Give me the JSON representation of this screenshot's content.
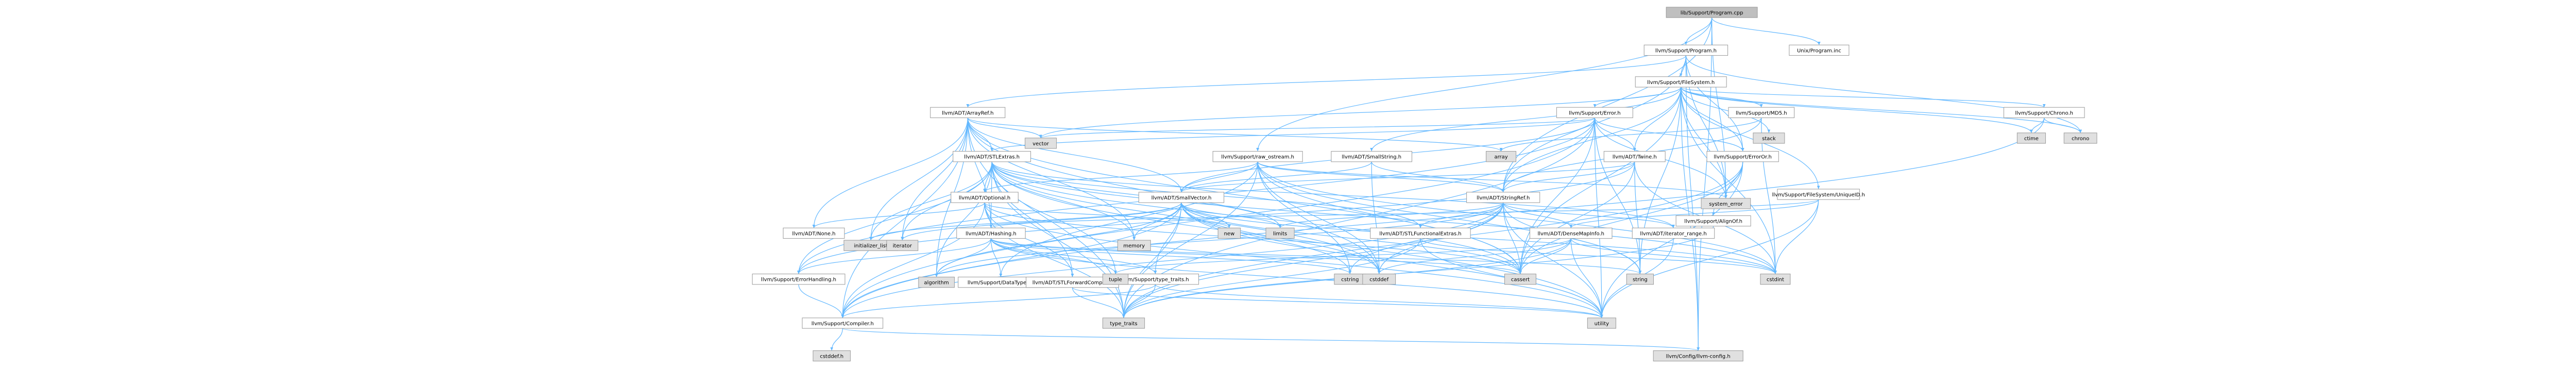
{
  "graph": {
    "nodes": [
      {
        "id": "root",
        "label": "lib/Support/Program.cpp",
        "kind": "root"
      },
      {
        "id": "program_h",
        "label": "llvm/Support/Program.h",
        "kind": "internal"
      },
      {
        "id": "unix_program",
        "label": "Unix/Program.inc",
        "kind": "internal"
      },
      {
        "id": "filesystem",
        "label": "llvm/Support/FileSystem.h",
        "kind": "internal"
      },
      {
        "id": "arrayref",
        "label": "llvm/ADT/ArrayRef.h",
        "kind": "internal"
      },
      {
        "id": "error_h",
        "label": "llvm/Support/Error.h",
        "kind": "red"
      },
      {
        "id": "md5",
        "label": "llvm/Support/MD5.h",
        "kind": "red"
      },
      {
        "id": "chrono_h",
        "label": "llvm/Support/Chrono.h",
        "kind": "red"
      },
      {
        "id": "stlextras",
        "label": "llvm/ADT/STLExtras.h",
        "kind": "red"
      },
      {
        "id": "raw_ostream",
        "label": "llvm/Support/raw_ostream.h",
        "kind": "internal"
      },
      {
        "id": "smallstring",
        "label": "llvm/ADT/SmallString.h",
        "kind": "internal"
      },
      {
        "id": "twine",
        "label": "llvm/ADT/Twine.h",
        "kind": "internal"
      },
      {
        "id": "erroror",
        "label": "llvm/Support/ErrorOr.h",
        "kind": "internal"
      },
      {
        "id": "fs_uniqueid",
        "label": "llvm/Support/FileSystem/UniqueID.h",
        "kind": "internal"
      },
      {
        "id": "optional",
        "label": "llvm/ADT/Optional.h",
        "kind": "internal"
      },
      {
        "id": "smallvector",
        "label": "llvm/ADT/SmallVector.h",
        "kind": "red"
      },
      {
        "id": "stringref",
        "label": "llvm/ADT/StringRef.h",
        "kind": "internal"
      },
      {
        "id": "alignof",
        "label": "llvm/Support/AlignOf.h",
        "kind": "internal"
      },
      {
        "id": "none",
        "label": "llvm/ADT/None.h",
        "kind": "internal"
      },
      {
        "id": "hashing",
        "label": "llvm/ADT/Hashing.h",
        "kind": "red"
      },
      {
        "id": "stlfunctional",
        "label": "llvm/ADT/STLFunctionalExtras.h",
        "kind": "internal"
      },
      {
        "id": "densemapinfo",
        "label": "llvm/ADT/DenseMapInfo.h",
        "kind": "internal"
      },
      {
        "id": "iterator_range",
        "label": "llvm/ADT/iterator_range.h",
        "kind": "internal"
      },
      {
        "id": "errorhandling",
        "label": "llvm/Support/ErrorHandling.h",
        "kind": "internal"
      },
      {
        "id": "datatypes",
        "label": "llvm/Support/DataTypes.h",
        "kind": "red"
      },
      {
        "id": "stlforward",
        "label": "llvm/ADT/STLForwardCompat.h",
        "kind": "internal"
      },
      {
        "id": "type_traits_h",
        "label": "llvm/Support/type_traits.h",
        "kind": "internal"
      },
      {
        "id": "compiler",
        "label": "llvm/Support/Compiler.h",
        "kind": "internal"
      },
      {
        "id": "llvm_config",
        "label": "llvm/Config/llvm-config.h",
        "kind": "gray"
      },
      {
        "id": "cstddef_h",
        "label": "cstddef.h",
        "kind": "gray"
      },
      {
        "id": "stack",
        "label": "stack",
        "kind": "gray"
      },
      {
        "id": "ctime",
        "label": "ctime",
        "kind": "gray"
      },
      {
        "id": "chrono",
        "label": "chrono",
        "kind": "gray"
      },
      {
        "id": "vector",
        "label": "vector",
        "kind": "gray"
      },
      {
        "id": "array",
        "label": "array",
        "kind": "gray"
      },
      {
        "id": "system_error",
        "label": "system_error",
        "kind": "gray"
      },
      {
        "id": "initializer_list",
        "label": "initializer_list",
        "kind": "gray"
      },
      {
        "id": "iterator",
        "label": "iterator",
        "kind": "gray"
      },
      {
        "id": "memory",
        "label": "memory",
        "kind": "gray"
      },
      {
        "id": "new",
        "label": "new",
        "kind": "gray"
      },
      {
        "id": "limits",
        "label": "limits",
        "kind": "gray"
      },
      {
        "id": "algorithm",
        "label": "algorithm",
        "kind": "gray"
      },
      {
        "id": "tuple",
        "label": "tuple",
        "kind": "gray"
      },
      {
        "id": "cstring",
        "label": "cstring",
        "kind": "gray"
      },
      {
        "id": "cstddef",
        "label": "cstddef",
        "kind": "gray"
      },
      {
        "id": "cassert",
        "label": "cassert",
        "kind": "gray"
      },
      {
        "id": "string",
        "label": "string",
        "kind": "gray"
      },
      {
        "id": "cstdint",
        "label": "cstdint",
        "kind": "gray"
      },
      {
        "id": "type_traits",
        "label": "type_traits",
        "kind": "gray"
      },
      {
        "id": "utility",
        "label": "utility",
        "kind": "gray"
      }
    ],
    "edges": [
      [
        "root",
        "program_h"
      ],
      [
        "root",
        "unix_program"
      ],
      [
        "root",
        "raw_ostream"
      ],
      [
        "root",
        "stringref"
      ],
      [
        "root",
        "llvm_config"
      ],
      [
        "root",
        "system_error"
      ],
      [
        "program_h",
        "filesystem"
      ],
      [
        "program_h",
        "arrayref"
      ],
      [
        "program_h",
        "stringref"
      ],
      [
        "program_h",
        "llvm_config"
      ],
      [
        "program_h",
        "erroror"
      ],
      [
        "program_h",
        "chrono"
      ],
      [
        "program_h",
        "system_error"
      ],
      [
        "filesystem",
        "smallstring"
      ],
      [
        "filesystem",
        "stringref"
      ],
      [
        "filesystem",
        "twine"
      ],
      [
        "filesystem",
        "llvm_config"
      ],
      [
        "filesystem",
        "chrono_h"
      ],
      [
        "filesystem",
        "error_h"
      ],
      [
        "filesystem",
        "erroror"
      ],
      [
        "filesystem",
        "fs_uniqueid"
      ],
      [
        "filesystem",
        "md5"
      ],
      [
        "filesystem",
        "stack"
      ],
      [
        "filesystem",
        "ctime"
      ],
      [
        "filesystem",
        "cassert"
      ],
      [
        "filesystem",
        "cstdint"
      ],
      [
        "filesystem",
        "string"
      ],
      [
        "filesystem",
        "system_error"
      ],
      [
        "filesystem",
        "vector"
      ],
      [
        "filesystem",
        "chrono"
      ],
      [
        "chrono_h",
        "compiler"
      ],
      [
        "chrono_h",
        "chrono"
      ],
      [
        "chrono_h",
        "ctime"
      ],
      [
        "md5",
        "stringref"
      ],
      [
        "md5",
        "array"
      ],
      [
        "md5",
        "cstdint"
      ],
      [
        "error_h",
        "stlextras"
      ],
      [
        "error_h",
        "smallvector"
      ],
      [
        "error_h",
        "twine"
      ],
      [
        "error_h",
        "abi"
      ],
      [
        "error_h",
        "compiler"
      ],
      [
        "error_h",
        "erroror"
      ],
      [
        "error_h",
        "errorhandling"
      ],
      [
        "error_h",
        "cassert"
      ],
      [
        "error_h",
        "string"
      ],
      [
        "error_h",
        "system_error"
      ],
      [
        "error_h",
        "vector"
      ],
      [
        "error_h",
        "type_traits"
      ],
      [
        "error_h",
        "utility"
      ],
      [
        "arrayref",
        "hashing"
      ],
      [
        "arrayref",
        "none"
      ],
      [
        "arrayref",
        "smallvector"
      ],
      [
        "arrayref",
        "stlextras"
      ],
      [
        "arrayref",
        "compiler"
      ],
      [
        "arrayref",
        "algorithm"
      ],
      [
        "arrayref",
        "array"
      ],
      [
        "arrayref",
        "cassert"
      ],
      [
        "arrayref",
        "cstddef"
      ],
      [
        "arrayref",
        "initializer_list"
      ],
      [
        "arrayref",
        "iterator"
      ],
      [
        "arrayref",
        "memory"
      ],
      [
        "arrayref",
        "type_traits"
      ],
      [
        "arrayref",
        "vector"
      ],
      [
        "stlextras",
        "hashing"
      ],
      [
        "stlextras",
        "optional"
      ],
      [
        "stlextras",
        "stlforward"
      ],
      [
        "stlextras",
        "stlfunctional"
      ],
      [
        "stlextras",
        "iterator_range"
      ],
      [
        "stlextras",
        "errorhandling"
      ],
      [
        "stlextras",
        "algorithm"
      ],
      [
        "stlextras",
        "cassert"
      ],
      [
        "stlextras",
        "cstddef"
      ],
      [
        "stlextras",
        "cstdint"
      ],
      [
        "stlextras",
        "iterator"
      ],
      [
        "stlextras",
        "limits"
      ],
      [
        "stlextras",
        "memory"
      ],
      [
        "stlextras",
        "tuple"
      ],
      [
        "stlextras",
        "type_traits"
      ],
      [
        "stlextras",
        "utility"
      ],
      [
        "stlextras",
        "initializer_list"
      ],
      [
        "raw_ostream",
        "stringref"
      ],
      [
        "raw_ostream",
        "smallvector"
      ],
      [
        "raw_ostream",
        "optional"
      ],
      [
        "raw_ostream",
        "datatypes"
      ],
      [
        "raw_ostream",
        "cassert"
      ],
      [
        "raw_ostream",
        "cstddef"
      ],
      [
        "raw_ostream",
        "cstdint"
      ],
      [
        "raw_ostream",
        "cstring"
      ],
      [
        "raw_ostream",
        "string"
      ],
      [
        "raw_ostream",
        "system_error"
      ],
      [
        "raw_ostream",
        "type_traits"
      ],
      [
        "smallstring",
        "smallvector"
      ],
      [
        "smallstring",
        "stringref"
      ],
      [
        "smallstring",
        "cstddef"
      ],
      [
        "twine",
        "smallvector"
      ],
      [
        "twine",
        "stringref"
      ],
      [
        "twine",
        "errorhandling"
      ],
      [
        "twine",
        "cassert"
      ],
      [
        "twine",
        "cstdint"
      ],
      [
        "twine",
        "string"
      ],
      [
        "erroror",
        "alignof"
      ],
      [
        "erroror",
        "cassert"
      ],
      [
        "erroror",
        "system_error"
      ],
      [
        "erroror",
        "type_traits"
      ],
      [
        "erroror",
        "utility"
      ],
      [
        "fs_uniqueid",
        "densemapinfo"
      ],
      [
        "fs_uniqueid",
        "hashing"
      ],
      [
        "fs_uniqueid",
        "cstdint"
      ],
      [
        "fs_uniqueid",
        "utility"
      ],
      [
        "optional",
        "hashing"
      ],
      [
        "optional",
        "none"
      ],
      [
        "optional",
        "stlforward"
      ],
      [
        "optional",
        "compiler"
      ],
      [
        "optional",
        "type_traits"
      ],
      [
        "optional",
        "cassert"
      ],
      [
        "optional",
        "new"
      ],
      [
        "optional",
        "utility"
      ],
      [
        "smallvector",
        "compiler"
      ],
      [
        "smallvector",
        "type_traits_h"
      ],
      [
        "smallvector",
        "algorithm"
      ],
      [
        "smallvector",
        "cassert"
      ],
      [
        "smallvector",
        "cstddef"
      ],
      [
        "smallvector",
        "cstdint"
      ],
      [
        "smallvector",
        "cstring"
      ],
      [
        "smallvector",
        "functional"
      ],
      [
        "smallvector",
        "initializer_list"
      ],
      [
        "smallvector",
        "iterator"
      ],
      [
        "smallvector",
        "limits"
      ],
      [
        "smallvector",
        "memory"
      ],
      [
        "smallvector",
        "new"
      ],
      [
        "smallvector",
        "type_traits"
      ],
      [
        "smallvector",
        "utility"
      ],
      [
        "stringref",
        "densemapinfo"
      ],
      [
        "stringref",
        "stlfunctional"
      ],
      [
        "stringref",
        "iterator_range"
      ],
      [
        "stringref",
        "compiler"
      ],
      [
        "stringref",
        "algorithm"
      ],
      [
        "stringref",
        "cassert"
      ],
      [
        "stringref",
        "cstddef"
      ],
      [
        "stringref",
        "cstring"
      ],
      [
        "stringref",
        "limits"
      ],
      [
        "stringref",
        "string"
      ],
      [
        "stringref",
        "type_traits"
      ],
      [
        "stringref",
        "utility"
      ],
      [
        "alignof",
        "type_traits"
      ],
      [
        "hashing",
        "errorhandling"
      ],
      [
        "hashing",
        "datatypes"
      ],
      [
        "hashing",
        "type_traits_h"
      ],
      [
        "hashing",
        "algorithm"
      ],
      [
        "hashing",
        "cassert"
      ],
      [
        "hashing",
        "cstring"
      ],
      [
        "hashing",
        "string"
      ],
      [
        "hashing",
        "tuple"
      ],
      [
        "hashing",
        "utility"
      ],
      [
        "stlfunctional",
        "stlextras_none"
      ],
      [
        "stlfunctional",
        "cstdint"
      ],
      [
        "stlfunctional",
        "type_traits"
      ],
      [
        "stlfunctional",
        "utility"
      ],
      [
        "densemapinfo",
        "cassert"
      ],
      [
        "densemapinfo",
        "cstddef"
      ],
      [
        "densemapinfo",
        "cstdint"
      ],
      [
        "densemapinfo",
        "tuple"
      ],
      [
        "densemapinfo",
        "type_traits"
      ],
      [
        "densemapinfo",
        "utility"
      ],
      [
        "iterator_range",
        "utility"
      ],
      [
        "errorhandling",
        "compiler"
      ],
      [
        "stlforward",
        "type_traits"
      ],
      [
        "stlforward",
        "utility"
      ],
      [
        "type_traits_h",
        "compiler"
      ],
      [
        "type_traits_h",
        "type_traits"
      ],
      [
        "type_traits_h",
        "utility"
      ],
      [
        "compiler",
        "llvm_config"
      ],
      [
        "compiler",
        "cstddef_h"
      ]
    ]
  }
}
